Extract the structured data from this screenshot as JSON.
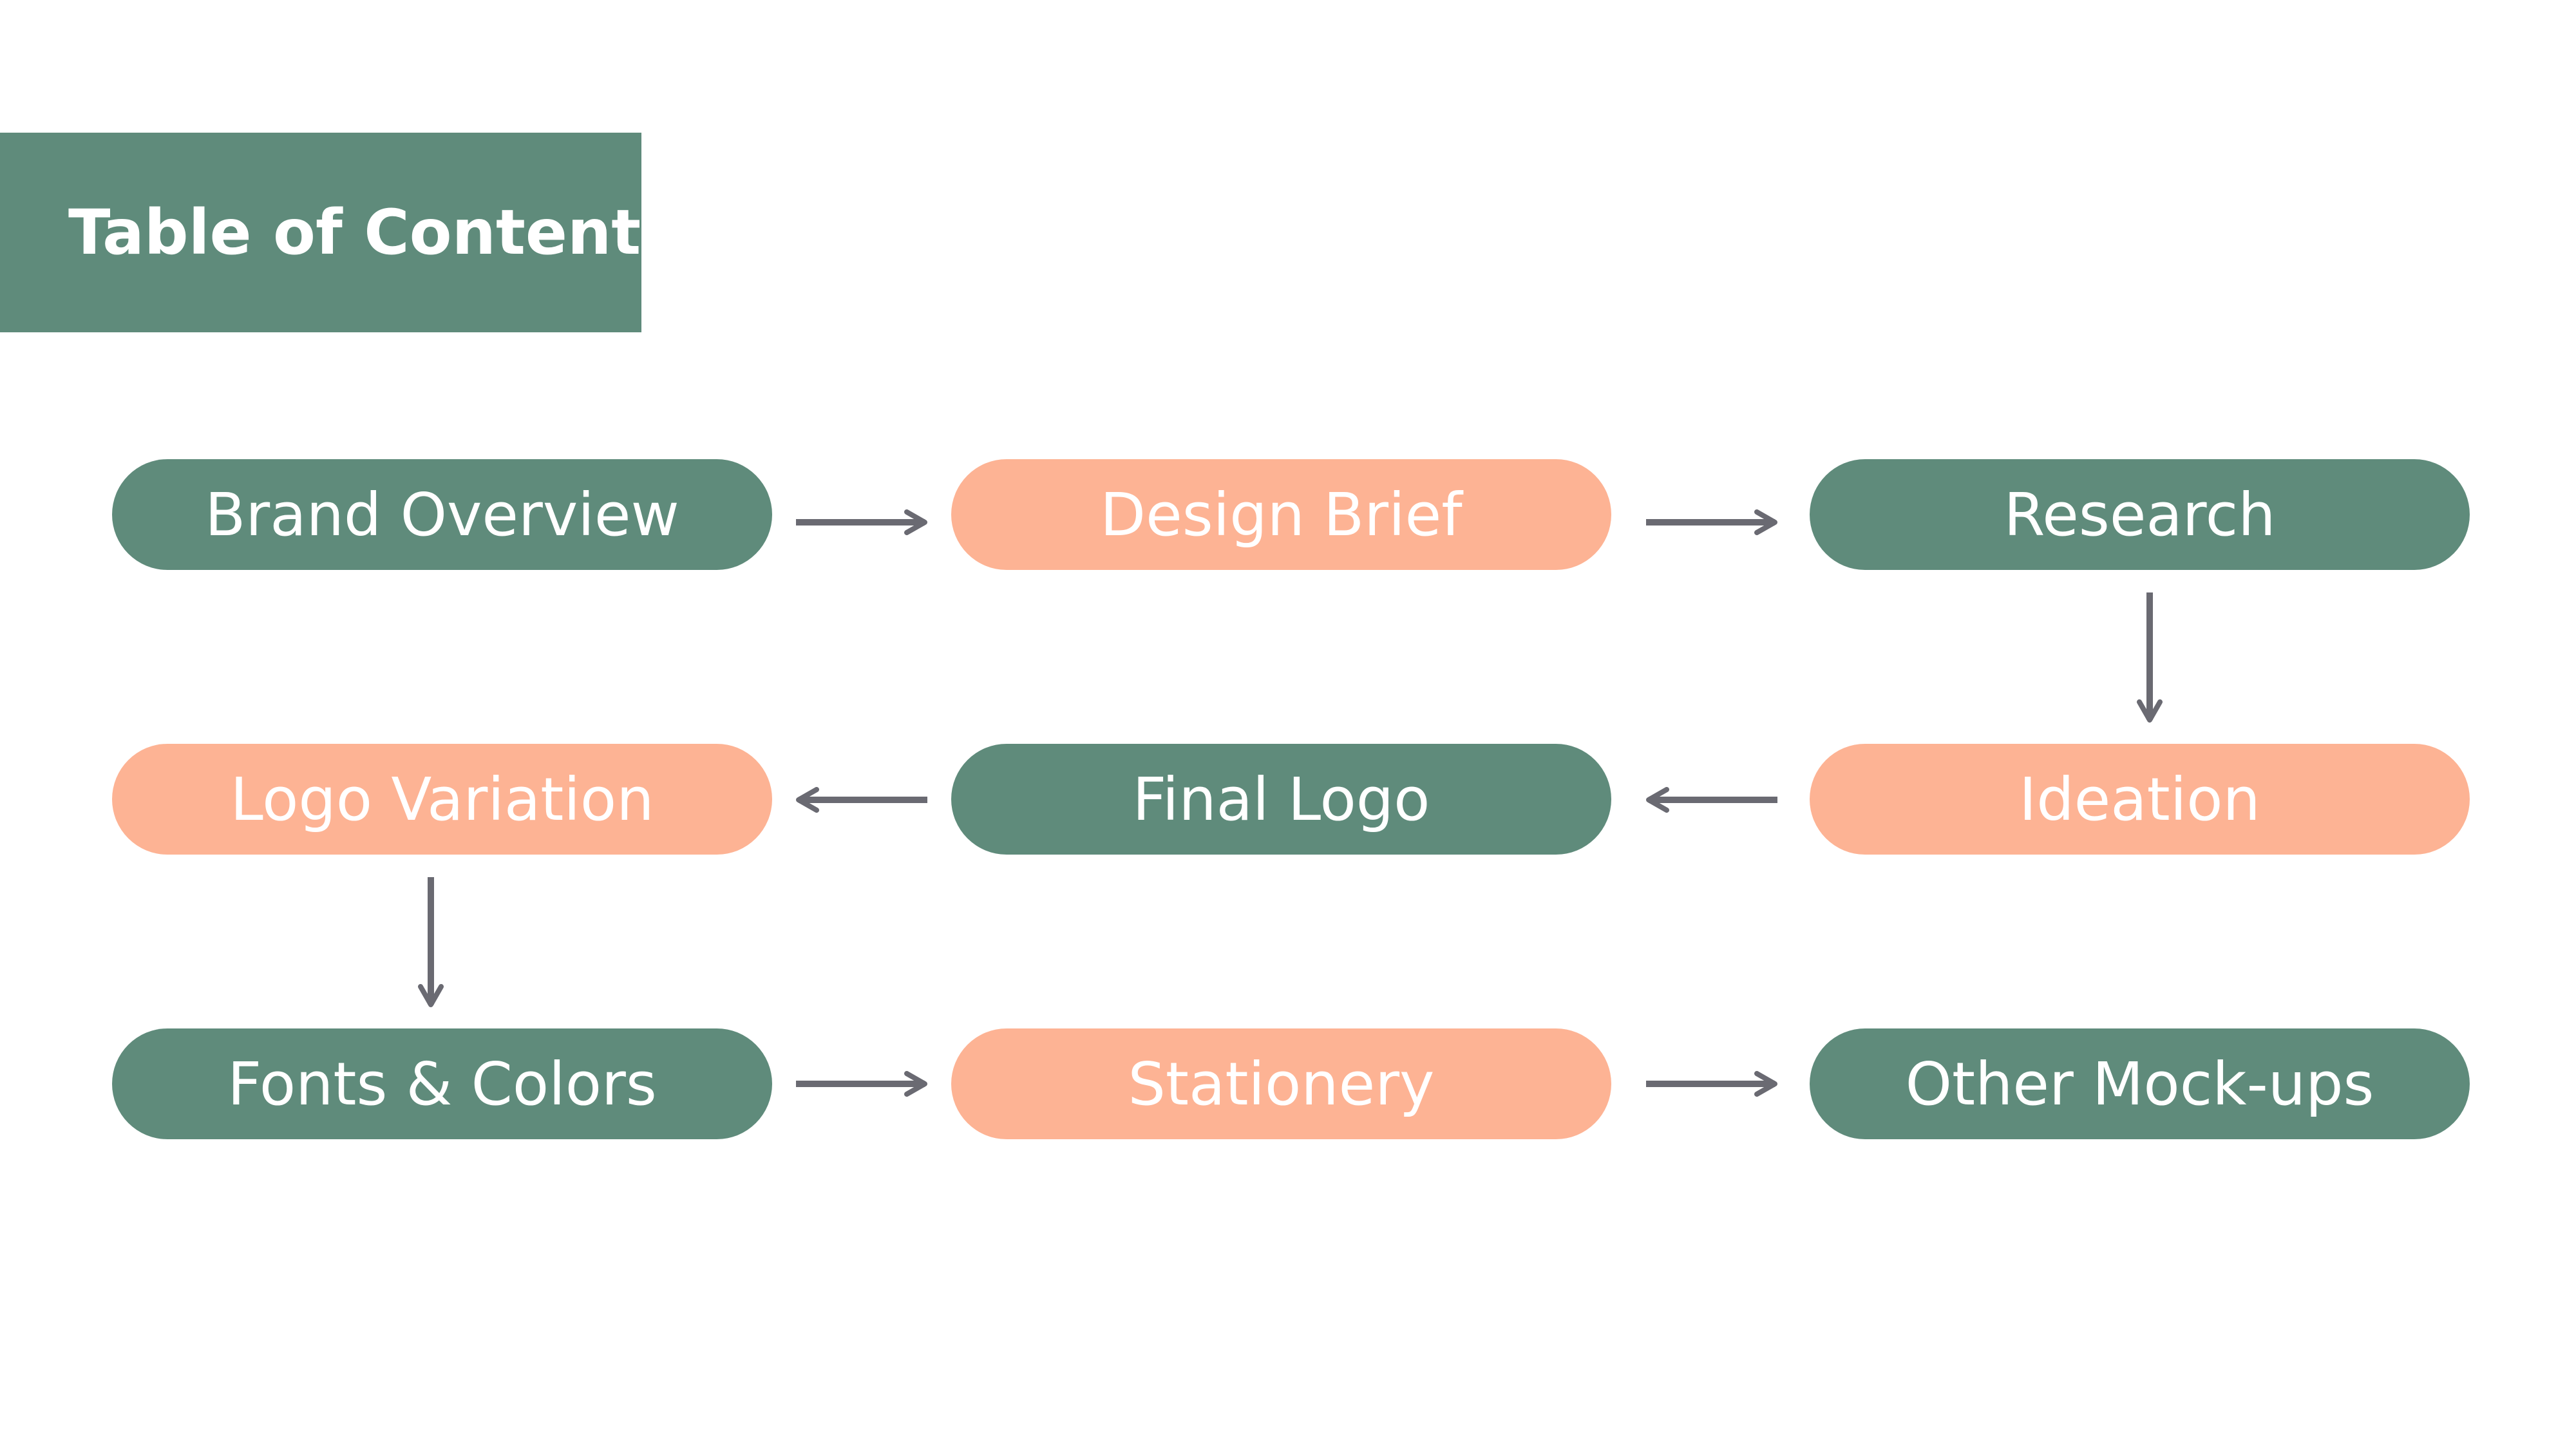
{
  "colors": {
    "green": "#5f8b7b",
    "peach": "#fdb394",
    "arrow": "#6a6a72"
  },
  "title": "Table of Content",
  "nodes": [
    {
      "id": "brand-overview",
      "label": "Brand Overview",
      "color": "green"
    },
    {
      "id": "design-brief",
      "label": "Design Brief",
      "color": "peach"
    },
    {
      "id": "research",
      "label": "Research",
      "color": "green"
    },
    {
      "id": "logo-variation",
      "label": "Logo Variation",
      "color": "peach"
    },
    {
      "id": "final-logo",
      "label": "Final Logo",
      "color": "green"
    },
    {
      "id": "ideation",
      "label": "Ideation",
      "color": "peach"
    },
    {
      "id": "fonts-colors",
      "label": "Fonts & Colors",
      "color": "green"
    },
    {
      "id": "stationery",
      "label": "Stationery",
      "color": "peach"
    },
    {
      "id": "other-mockups",
      "label": "Other Mock-ups",
      "color": "green"
    }
  ],
  "edges": [
    {
      "from": "brand-overview",
      "to": "design-brief"
    },
    {
      "from": "design-brief",
      "to": "research"
    },
    {
      "from": "research",
      "to": "ideation"
    },
    {
      "from": "ideation",
      "to": "final-logo"
    },
    {
      "from": "final-logo",
      "to": "logo-variation"
    },
    {
      "from": "logo-variation",
      "to": "fonts-colors"
    },
    {
      "from": "fonts-colors",
      "to": "stationery"
    },
    {
      "from": "stationery",
      "to": "other-mockups"
    }
  ]
}
